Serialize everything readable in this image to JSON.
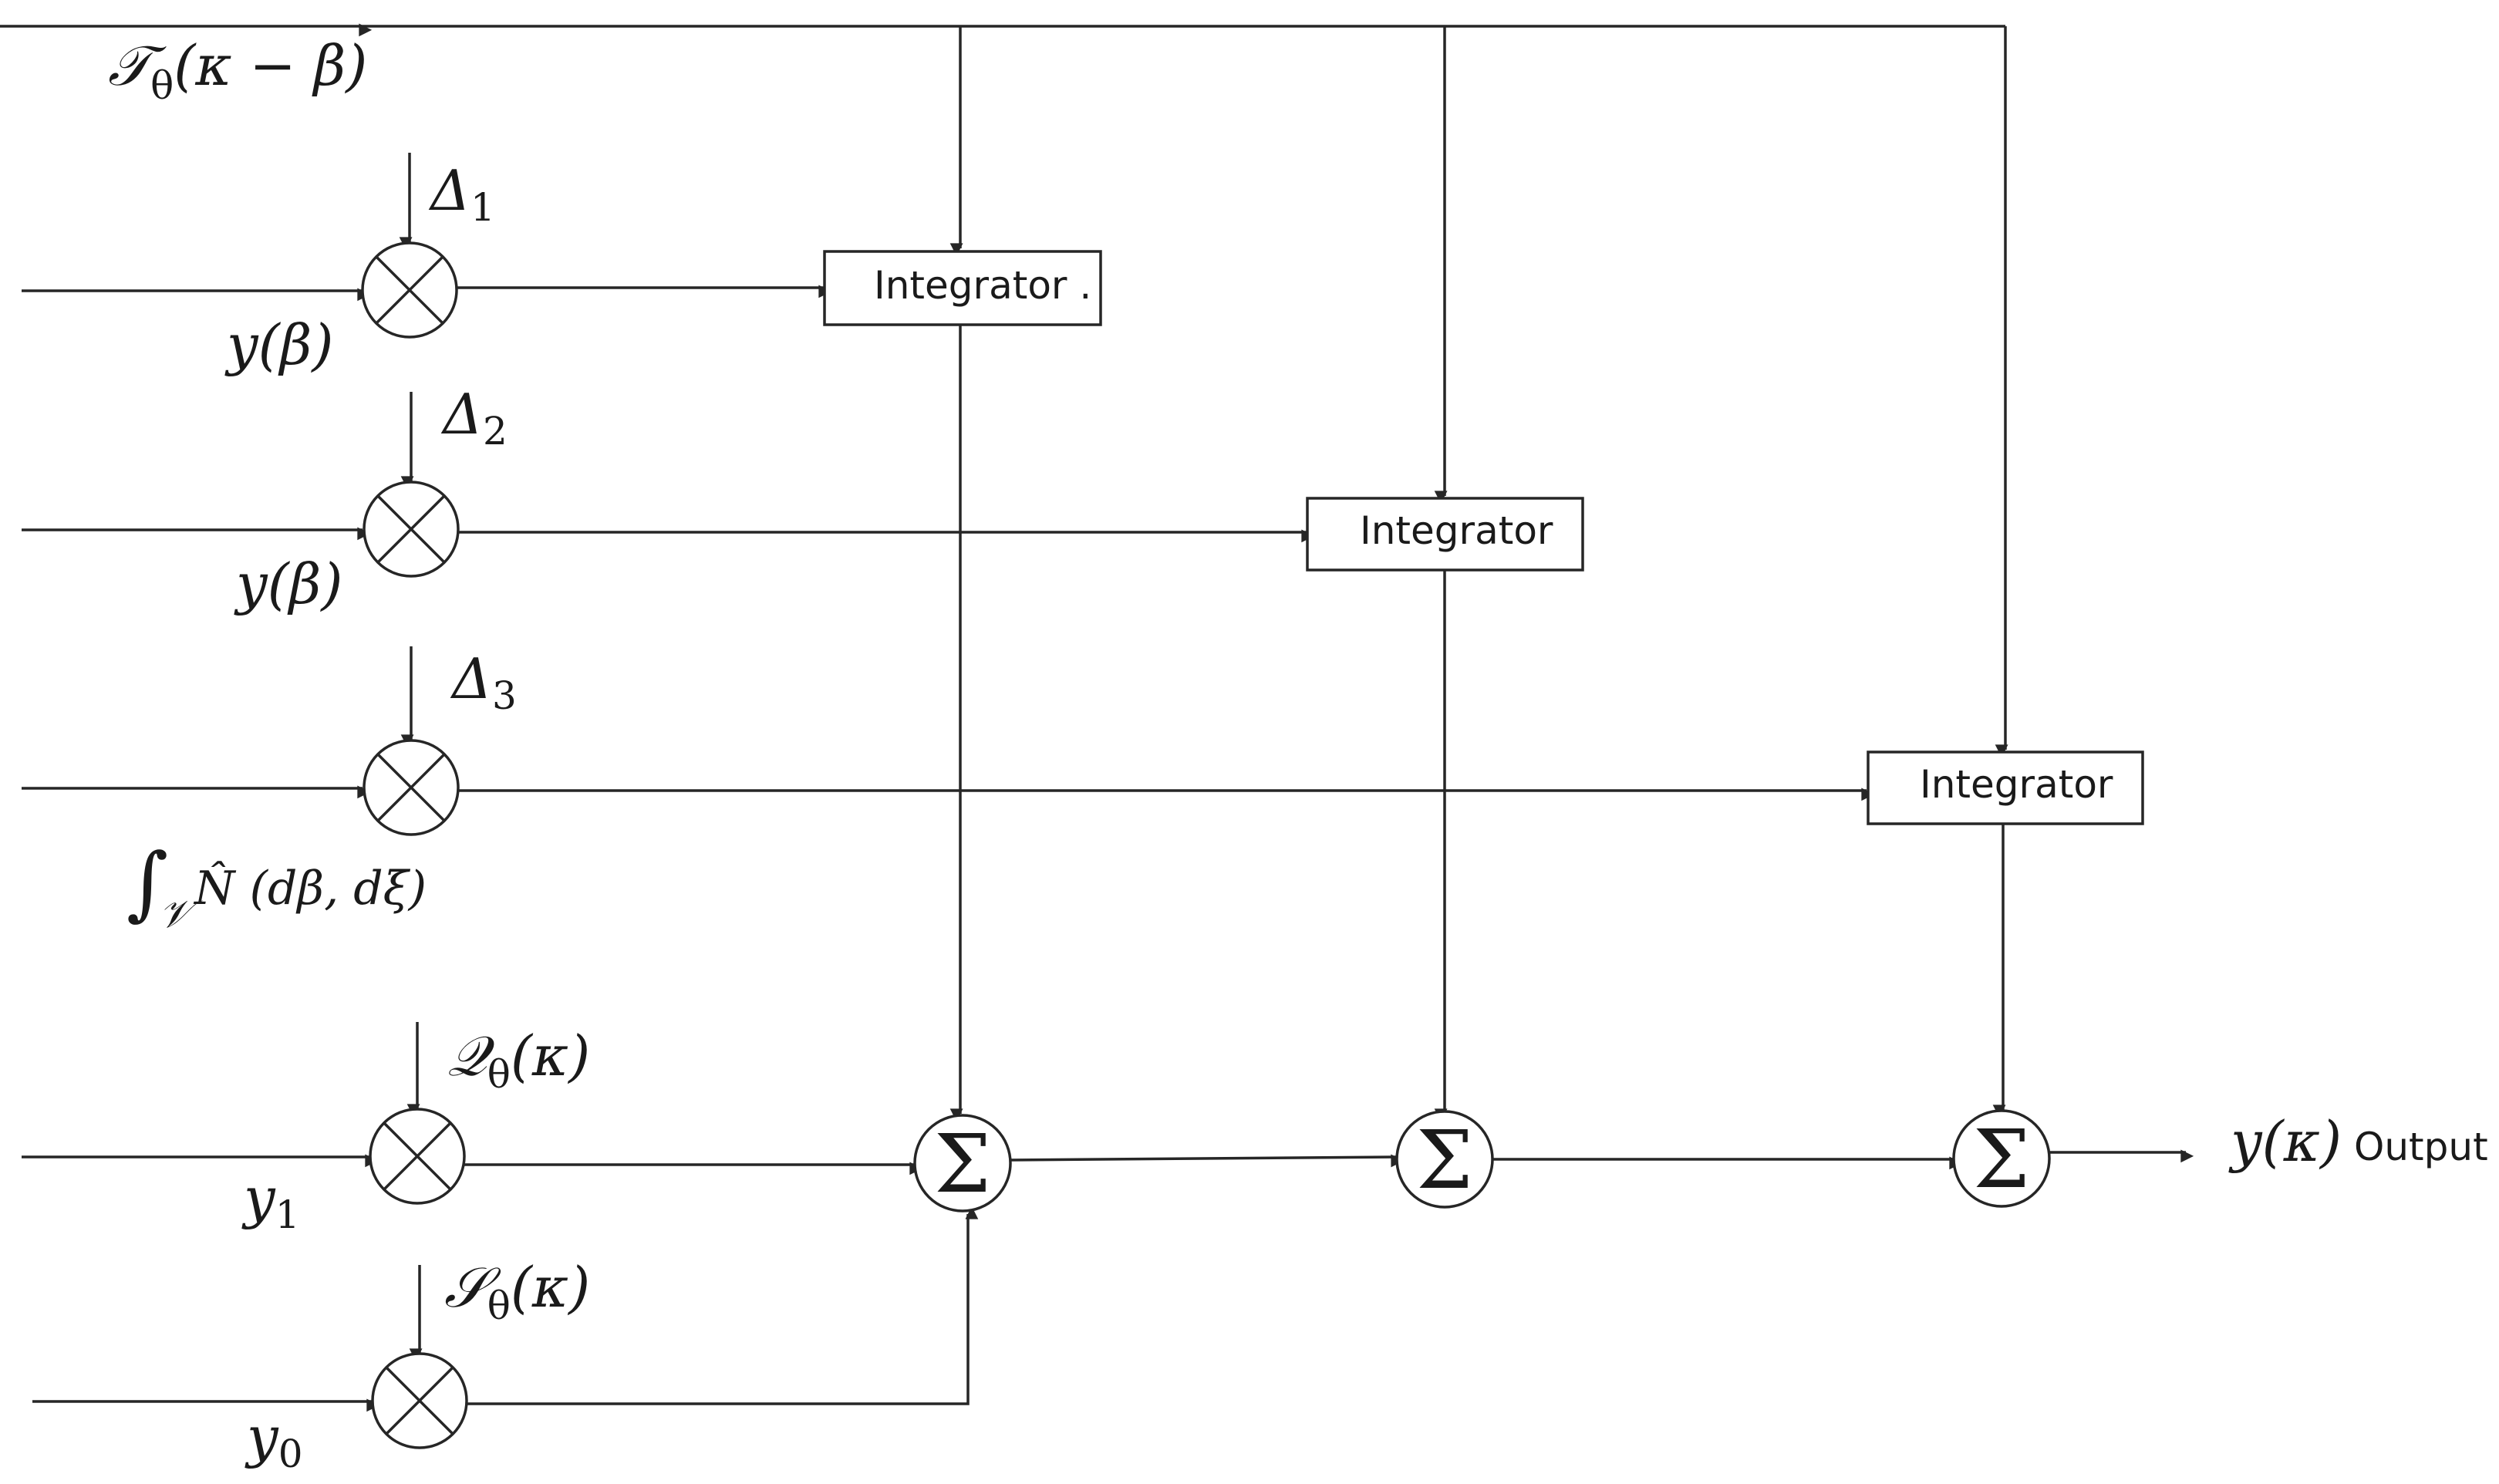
{
  "signals": {
    "time_kernel": "𝒯",
    "time_kernel_sub": "θ",
    "time_kernel_arg": "(κ − β)",
    "delta1": "Δ",
    "delta1_sub": "1",
    "delta2": "Δ",
    "delta2_sub": "2",
    "delta3": "Δ",
    "delta3_sub": "3",
    "y_beta_1": "y(β)",
    "y_beta_2": "y(β)",
    "integral_sign": "∫",
    "integral_sub": "𝒱",
    "integral_body": "N̂ (dβ, dξ)",
    "q_symbol": "𝒬",
    "q_sub": "θ",
    "q_arg": "(κ)",
    "s_symbol": "𝒮",
    "s_sub": "θ",
    "s_arg": "(κ)",
    "y1": "y",
    "y1_sub": "1",
    "y0": "y",
    "y0_sub": "0",
    "output_symbol": "y(κ)",
    "output_text": "Output"
  },
  "blocks": {
    "integrator_1": "Integrator .",
    "integrator_2": "Integrator",
    "integrator_3": "Integrator",
    "sum_symbol": "Σ"
  }
}
